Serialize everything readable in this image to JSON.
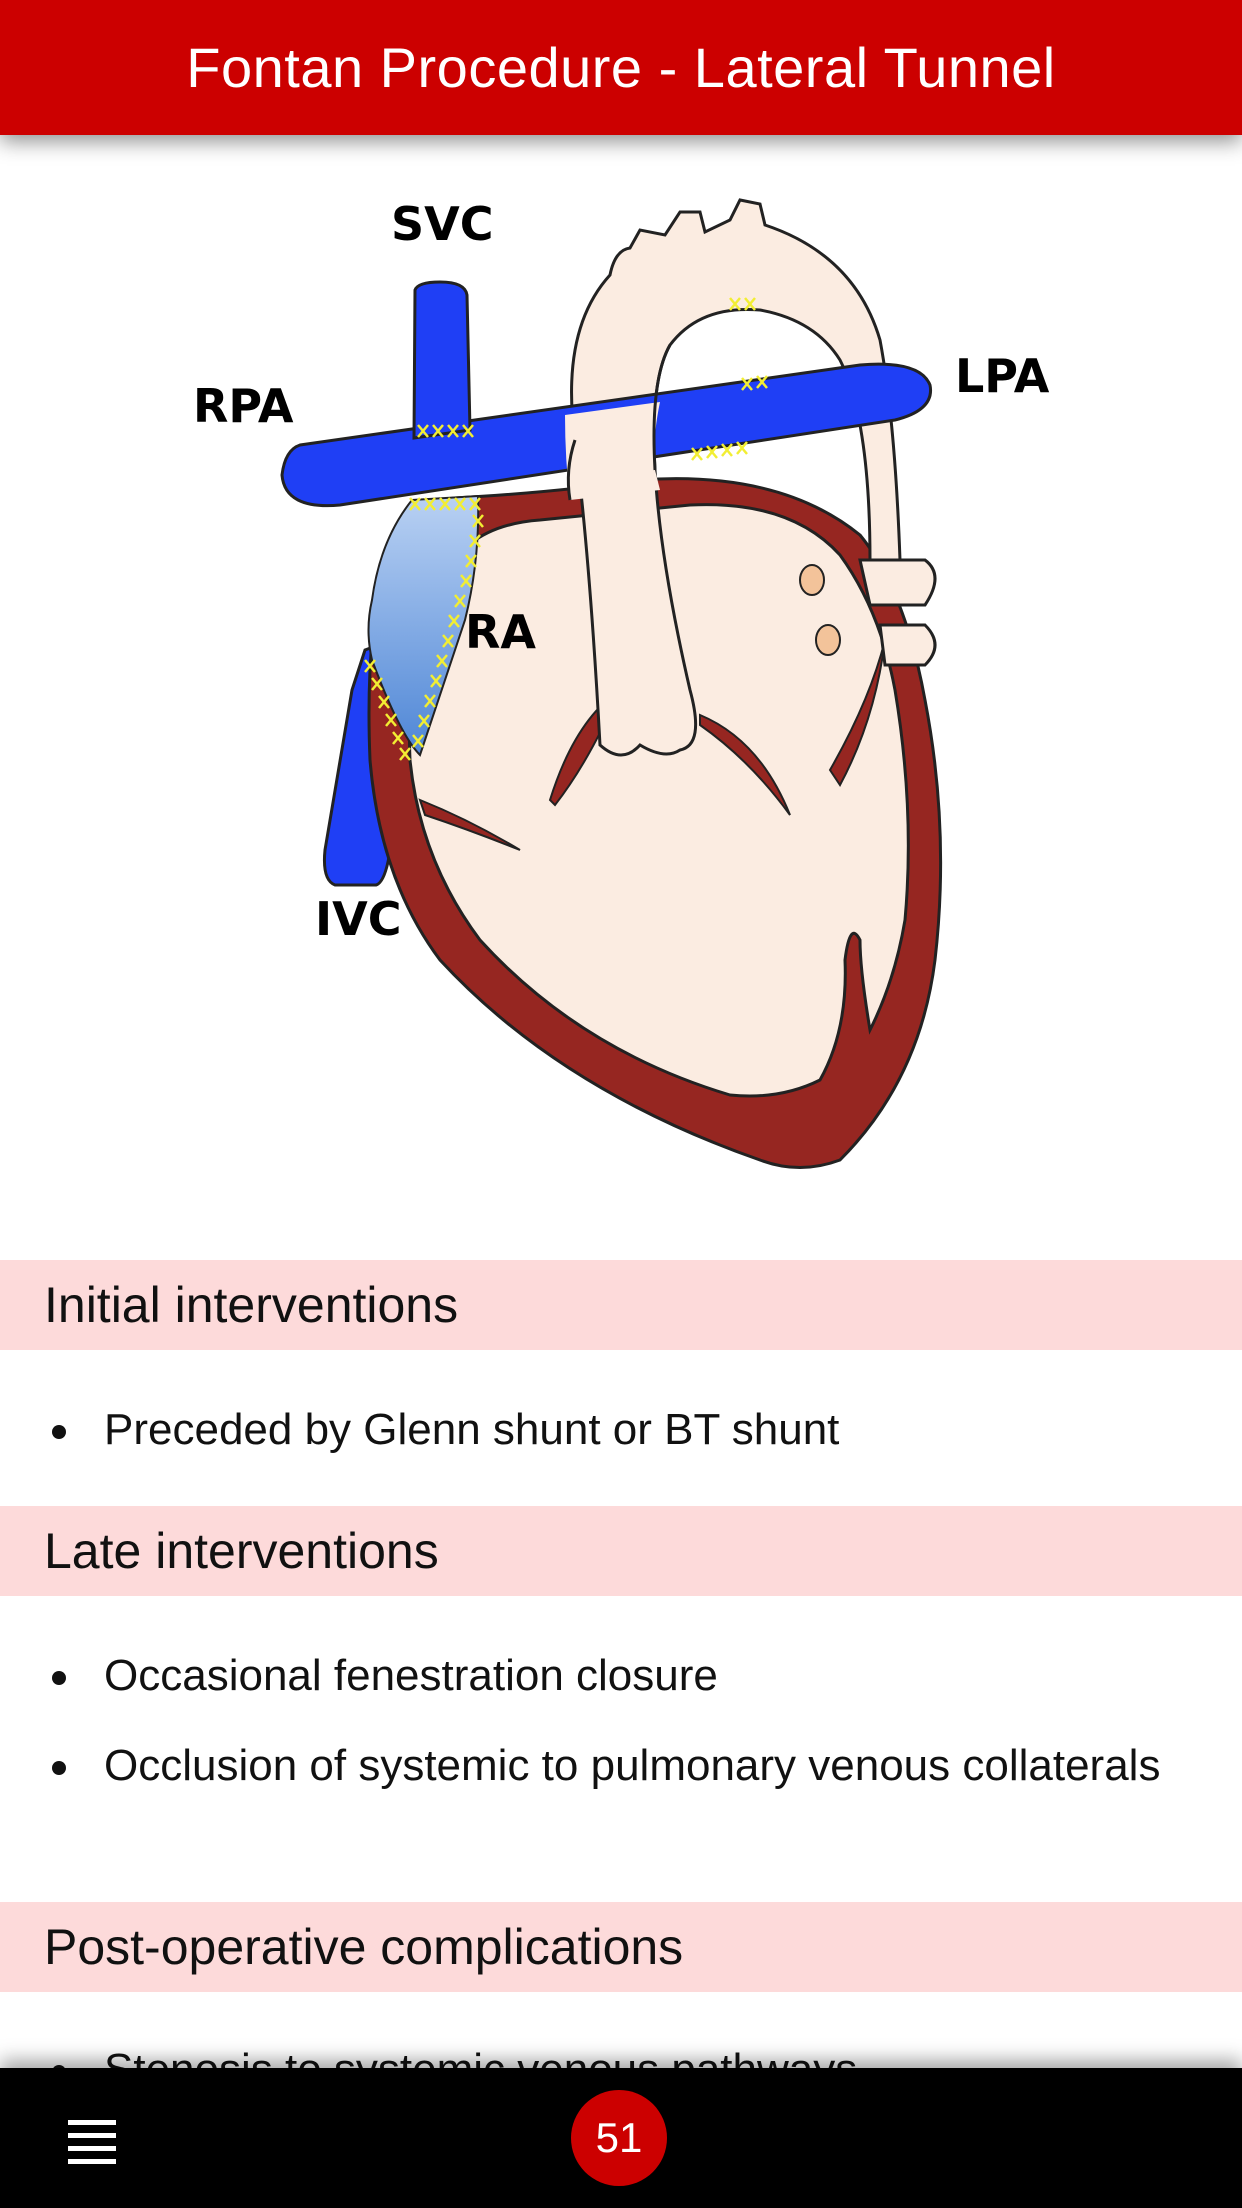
{
  "header": {
    "title": "Fontan Procedure - Lateral Tunnel"
  },
  "diagram": {
    "labels": {
      "svc": "SVC",
      "rpa": "RPA",
      "lpa": "LPA",
      "ra": "RA",
      "ivc": "IVC"
    },
    "colors": {
      "vessel": "#1f3ff5",
      "myocardium": "#962621",
      "chamber": "#fbece1",
      "tunnel": "#7fa9e3",
      "stitches": "#f2ee33"
    }
  },
  "sections": {
    "initial": {
      "title": "Initial interventions",
      "items": [
        "Preceded by Glenn shunt or BT shunt"
      ]
    },
    "late": {
      "title": "Late interventions",
      "items": [
        "Occasional fenestration closure",
        "Occlusion of systemic to pulmonary venous collaterals"
      ]
    },
    "complications": {
      "title": "Post-operative complications",
      "items": [
        "Stenosis to systemic venous pathways"
      ]
    }
  },
  "footer": {
    "menu_icon": "hamburger-menu-icon",
    "page_number": "51"
  }
}
